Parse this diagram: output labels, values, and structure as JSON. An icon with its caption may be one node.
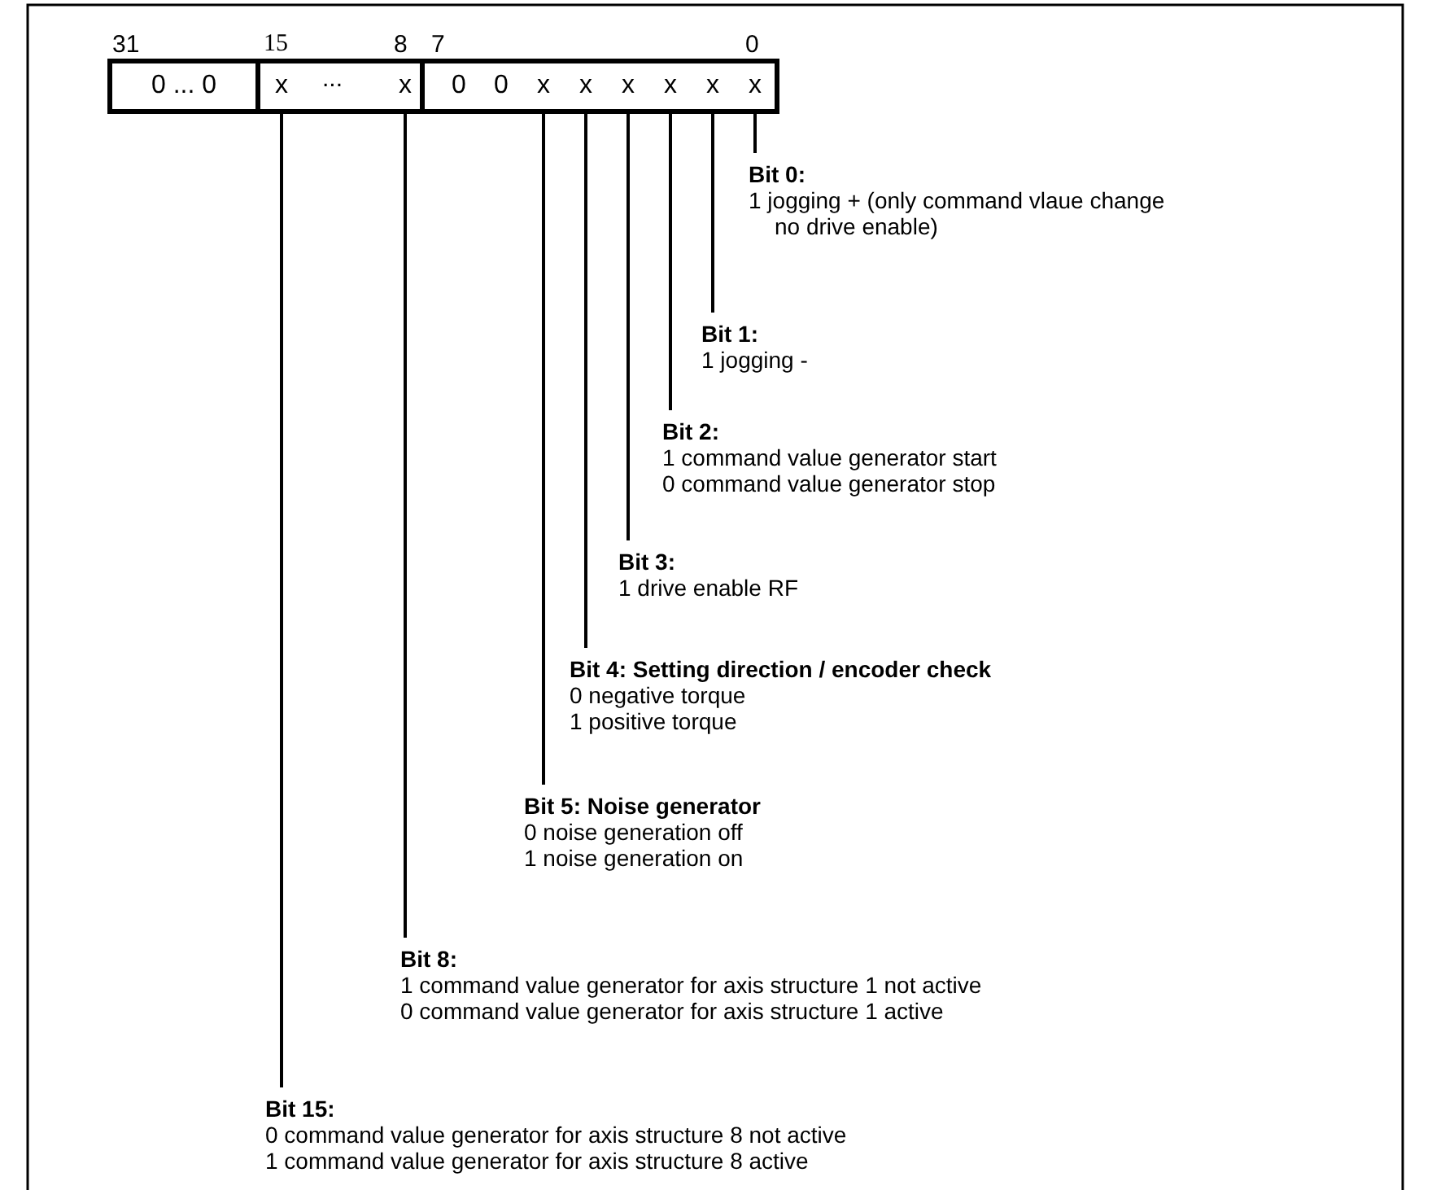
{
  "diagram": {
    "nodes": [
      {
        "text": [
          "0 ... 0"
        ]
      },
      {
        "text": [],
        "shape": "box"
      },
      {
        "text": [
          "x"
        ],
        "in": 1
      },
      {
        "text": [
          "x"
        ],
        "in": 1
      },
      {
        "text": [],
        "shape": "box"
      },
      {
        "text": [
          "0"
        ],
        "in": 4
      },
      {
        "text": [
          "0"
        ],
        "in": 4
      },
      {
        "text": [
          "x"
        ],
        "in": 4
      },
      {
        "text": [
          "x"
        ],
        "in": 4
      },
      {
        "text": [
          "x"
        ],
        "in": 4
      },
      {
        "text": [
          "x"
        ],
        "in": 4
      },
      {
        "text": [
          "x"
        ],
        "in": 4
      },
      {
        "text": [
          "x"
        ],
        "in": 4
      },
      {
        "text": [
          "Bit 0:",
          "1 jogging + (only command vlaue change no drive enable)"
        ]
      },
      {
        "text": [
          "Bit 1:",
          "1 jogging -"
        ]
      },
      {
        "text": [
          "Bit 2:",
          "1 command value generator start",
          "0 command value generator stop"
        ]
      },
      {
        "text": [
          "Bit 3:",
          "1 drive enable RF"
        ]
      },
      {
        "text": [
          "Bit 4: Setting direction / encoder check",
          "0 negative torque",
          "1 positive torque"
        ]
      },
      {
        "text": [
          "Bit 5: Noise generator",
          "0 noise generation off",
          "1 noise generation on"
        ]
      },
      {
        "text": [
          "Bit 8:",
          "1 command value generator for axis structure 1 not active",
          "0 command value generator for axis structure 1 active"
        ]
      },
      {
        "text": [
          "Bit 15:",
          "0 command value generator for axis structure 8 not active",
          "1 command value generator for axis structure 8 active"
        ]
      }
    ],
    "edges": [
      {
        "from": 13,
        "to": 12,
        "arrow": "none"
      },
      {
        "from": 14,
        "to": 11,
        "arrow": "none"
      },
      {
        "from": 15,
        "to": 10,
        "arrow": "none"
      },
      {
        "from": 16,
        "to": 9,
        "arrow": "none"
      },
      {
        "from": 17,
        "to": 8,
        "arrow": "none"
      },
      {
        "from": 18,
        "to": 7,
        "arrow": "none"
      },
      {
        "from": 19,
        "to": 3,
        "arrow": "none"
      },
      {
        "from": 20,
        "to": 2,
        "arrow": "none"
      }
    ],
    "labels": [
      "31",
      "15",
      "8",
      "7",
      "0",
      "..."
    ]
  }
}
